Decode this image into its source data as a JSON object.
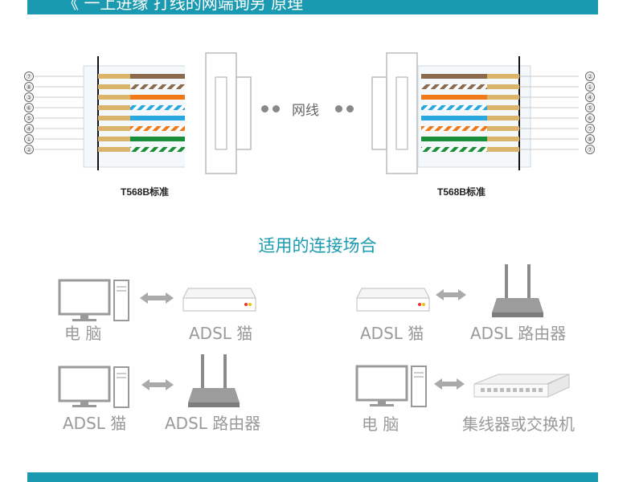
{
  "header": {
    "title": "《 一上进缘  打线的网端询另         原理"
  },
  "connectors": {
    "left": {
      "standard_label": "T568B标准",
      "pins": [
        "⑦",
        "⑧",
        "③",
        "⑥",
        "⑤",
        "④",
        "①",
        "②"
      ]
    },
    "right": {
      "standard_label": "T568B标准",
      "pins": [
        "②",
        "①",
        "④",
        "⑤",
        "⑥",
        "⑦",
        "⑧",
        "⑦"
      ]
    },
    "cable_label": "网线"
  },
  "section": {
    "title": "适用的连接场合"
  },
  "scenarios": [
    {
      "left": "电  脑",
      "right": "ADSL 猫"
    },
    {
      "left": "ADSL 猫",
      "right": "ADSL 路由器"
    },
    {
      "left": "ADSL 猫",
      "right": "ADSL 路由器"
    },
    {
      "left": "电  脑",
      "right": "集线器或交换机"
    }
  ],
  "colors": {
    "accent": "#1a9ab1",
    "brown": "#8b6b4f",
    "orange": "#f07a1a",
    "blue": "#2aa7de",
    "green": "#1a8f3a",
    "gold": "#d9b46a",
    "device_gray": "#9a9a9a"
  }
}
